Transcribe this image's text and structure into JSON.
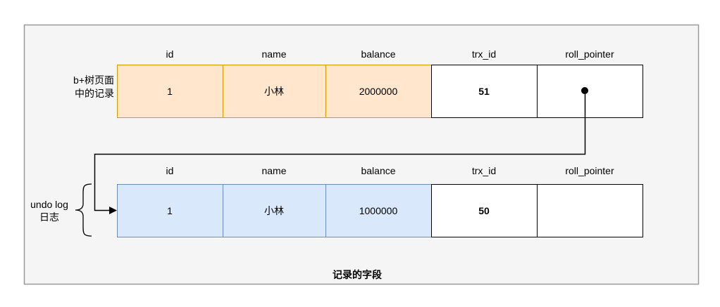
{
  "caption": "记录的字段",
  "columns": [
    "id",
    "name",
    "balance",
    "trx_id",
    "roll_pointer"
  ],
  "btree_record": {
    "label_line1": "b+树页面",
    "label_line2": "中的记录",
    "values": [
      "1",
      "小林",
      "2000000",
      "51",
      ""
    ],
    "fill": "#ffe6cc",
    "stroke": "#d79b00"
  },
  "undo_record": {
    "label_line1": "undo log",
    "label_line2": "日志",
    "values": [
      "1",
      "小林",
      "1000000",
      "50",
      ""
    ],
    "fill": "#dae8fc",
    "stroke": "#6c8ebf"
  }
}
